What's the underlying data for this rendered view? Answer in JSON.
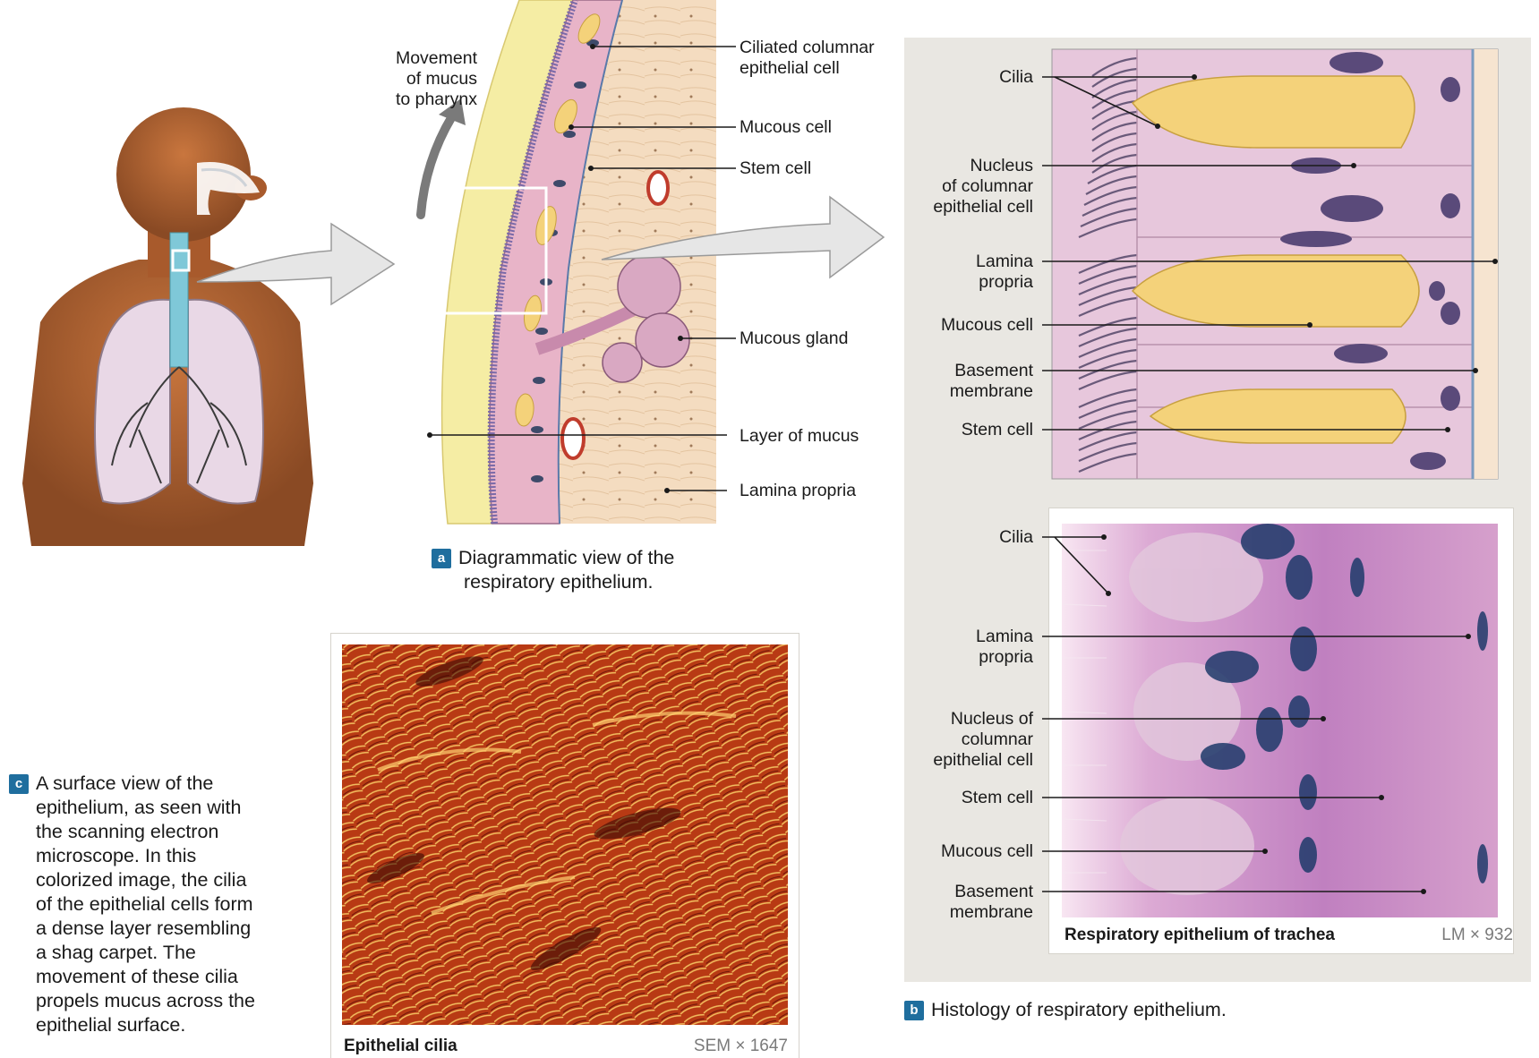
{
  "figure": {
    "body_panel": {},
    "panel_a": {
      "arrow_label_line1": "Movement",
      "arrow_label_line2": "of mucus",
      "arrow_label_line3": "to pharynx",
      "labels": {
        "ciliated_1": "Ciliated columnar",
        "ciliated_2": "epithelial cell",
        "mucous_cell": "Mucous cell",
        "stem_cell": "Stem cell",
        "mucous_gland": "Mucous gland",
        "layer_of_mucus": "Layer of mucus",
        "lamina_propria": "Lamina propria"
      },
      "badge": "a",
      "caption_line1": "Diagrammatic view of the",
      "caption_line2": "respiratory epithelium."
    },
    "panel_b": {
      "upper_labels": {
        "cilia": "Cilia",
        "nucleus_1": "Nucleus",
        "nucleus_2": "of columnar",
        "nucleus_3": "epithelial cell",
        "lamina_1": "Lamina",
        "lamina_2": "propria",
        "mucous_cell": "Mucous cell",
        "basement_1": "Basement",
        "basement_2": "membrane",
        "stem_cell": "Stem cell"
      },
      "lower_labels": {
        "cilia": "Cilia",
        "lamina_1": "Lamina",
        "lamina_2": "propria",
        "nucleus_1": "Nucleus of",
        "nucleus_2": "columnar",
        "nucleus_3": "epithelial cell",
        "stem_cell": "Stem cell",
        "mucous_cell": "Mucous cell",
        "basement_1": "Basement",
        "basement_2": "membrane"
      },
      "photo_caption": "Respiratory epithelium of trachea",
      "photo_mag": "LM × 932",
      "badge": "b",
      "caption": "Histology of respiratory epithelium."
    },
    "panel_c": {
      "badge": "c",
      "caption_lines": [
        "A surface view of the",
        "epithelium, as seen with",
        "the scanning electron",
        "microscope. In this",
        "colorized image, the cilia",
        "of the epithelial cells form",
        "a dense layer resembling",
        "a shag carpet. The",
        "movement of these cilia",
        "propels mucus across the",
        "epithelial surface."
      ],
      "photo_caption": "Epithelial cilia",
      "photo_mag": "SEM × 1647"
    }
  }
}
